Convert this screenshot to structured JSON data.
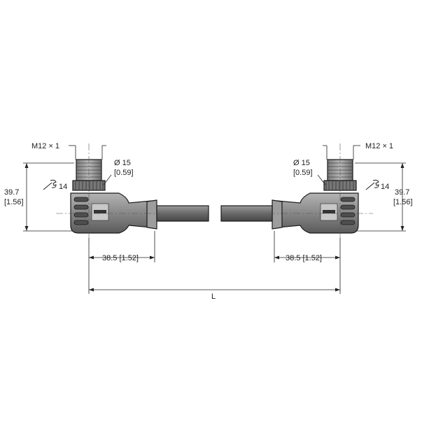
{
  "labels": {
    "thread_left": "M12 × 1",
    "thread_right": "M12 × 1",
    "diameter_left": "Ø 15",
    "diameter_left_in": "[0.59]",
    "diameter_right": "Ø 15",
    "diameter_right_in": "[0.59]",
    "height_left": "39.7",
    "height_left_in": "[1.56]",
    "height_right": "39.7",
    "height_right_in": "[1.56]",
    "wrench_left": "14",
    "wrench_right": "14",
    "length_left": "38.5 [1.52]",
    "length_right": "38.5 [1.52]",
    "total_length": "L"
  },
  "colors": {
    "body": "#8f8f8f",
    "body_dark": "#5e5e5e",
    "cable": "#6e6e6e",
    "thread": "#9a9a9a",
    "lines": "#222222"
  }
}
